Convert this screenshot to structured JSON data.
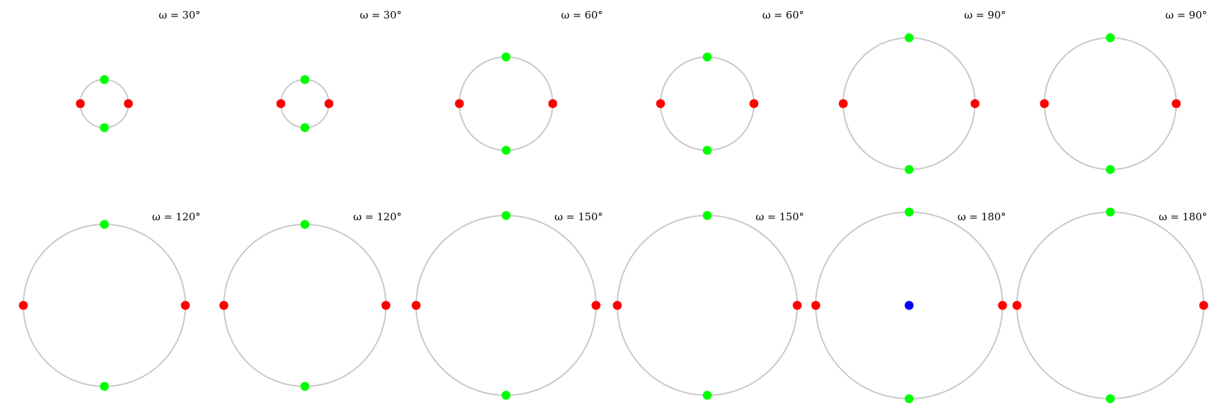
{
  "colors": {
    "background": "#ffffff",
    "ring": "#c8c8c8",
    "red_point": "#ff0000",
    "green_point": "#00ff00",
    "blue_point": "#0000ff"
  },
  "panels": [
    {
      "label": "ω = 30°",
      "omega_deg": 30,
      "radius": 35,
      "red": 2,
      "green": 2,
      "center_blue": false
    },
    {
      "label": "ω = 30°",
      "omega_deg": 30,
      "radius": 35,
      "red": 2,
      "green": 2,
      "center_blue": false
    },
    {
      "label": "ω = 60°",
      "omega_deg": 60,
      "radius": 68,
      "red": 2,
      "green": 2,
      "center_blue": false
    },
    {
      "label": "ω = 60°",
      "omega_deg": 60,
      "radius": 68,
      "red": 2,
      "green": 2,
      "center_blue": false
    },
    {
      "label": "ω = 90°",
      "omega_deg": 90,
      "radius": 96,
      "red": 2,
      "green": 2,
      "center_blue": false
    },
    {
      "label": "ω = 90°",
      "omega_deg": 90,
      "radius": 96,
      "red": 2,
      "green": 2,
      "center_blue": false
    },
    {
      "label": "ω = 120°",
      "omega_deg": 120,
      "radius": 118,
      "red": 2,
      "green": 2,
      "center_blue": false
    },
    {
      "label": "ω = 120°",
      "omega_deg": 120,
      "radius": 118,
      "red": 2,
      "green": 2,
      "center_blue": false
    },
    {
      "label": "ω = 150°",
      "omega_deg": 150,
      "radius": 131,
      "red": 2,
      "green": 2,
      "center_blue": false
    },
    {
      "label": "ω = 150°",
      "omega_deg": 150,
      "radius": 131,
      "red": 2,
      "green": 2,
      "center_blue": false
    },
    {
      "label": "ω = 180°",
      "omega_deg": 180,
      "radius": 136,
      "red": 2,
      "green": 2,
      "center_blue": true
    },
    {
      "label": "ω = 180°",
      "omega_deg": 180,
      "radius": 136,
      "red": 2,
      "green": 2,
      "center_blue": false
    }
  ]
}
